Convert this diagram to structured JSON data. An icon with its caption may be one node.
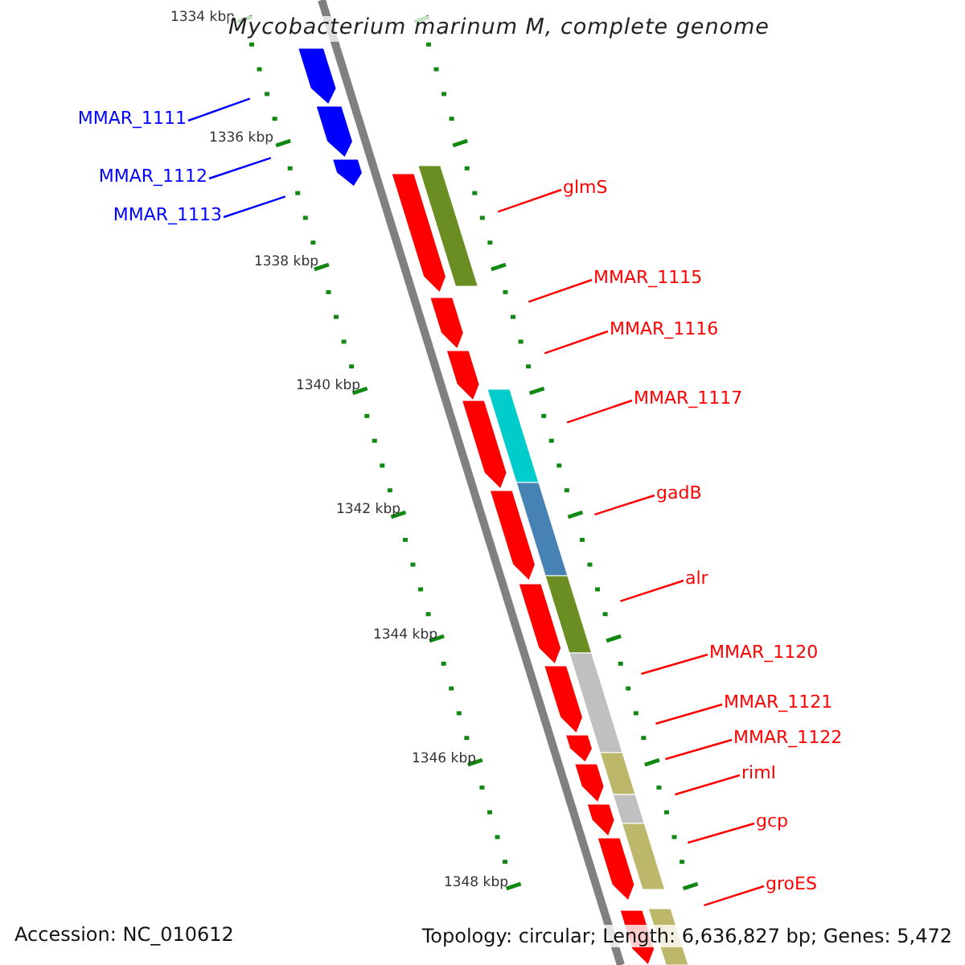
{
  "diagram": {
    "title": "Mycobacterium marinum M, complete genome",
    "nodes": [
      {
        "text": [
          "MMAR_1111"
        ]
      },
      {
        "text": [
          "MMAR_1112"
        ]
      },
      {
        "text": [
          "MMAR_1113"
        ]
      },
      {
        "text": [
          "glmS"
        ]
      },
      {
        "text": [
          "MMAR_1115"
        ]
      },
      {
        "text": [
          "MMAR_1116"
        ]
      },
      {
        "text": [
          "MMAR_1117"
        ]
      },
      {
        "text": [
          "gadB"
        ]
      },
      {
        "text": [
          "alr"
        ]
      },
      {
        "text": [
          "MMAR_1120"
        ]
      },
      {
        "text": [
          "MMAR_1121"
        ]
      },
      {
        "text": [
          "MMAR_1122"
        ]
      },
      {
        "text": [
          "rimI"
        ]
      },
      {
        "text": [
          "gcp"
        ]
      },
      {
        "text": [
          "groES"
        ]
      }
    ],
    "edges": [
      {
        "from": 0,
        "to": null,
        "arrow": "none",
        "color": "#0000ff"
      },
      {
        "from": 1,
        "to": null,
        "arrow": "none",
        "color": "#0000ff"
      },
      {
        "from": 2,
        "to": null,
        "arrow": "none",
        "color": "#0000ff"
      },
      {
        "from": 3,
        "to": null,
        "arrow": "none"
      },
      {
        "from": 4,
        "to": null,
        "arrow": "none"
      },
      {
        "from": 5,
        "to": null,
        "arrow": "none"
      },
      {
        "from": 6,
        "to": null,
        "arrow": "none"
      },
      {
        "from": 7,
        "to": null,
        "arrow": "none"
      },
      {
        "from": 8,
        "to": null,
        "arrow": "none"
      },
      {
        "from": 9,
        "to": null,
        "arrow": "none"
      },
      {
        "from": 10,
        "to": null,
        "arrow": "none"
      },
      {
        "from": 11,
        "to": null,
        "arrow": "none"
      },
      {
        "from": 12,
        "to": null,
        "arrow": "none"
      },
      {
        "from": 13,
        "to": null,
        "arrow": "none"
      },
      {
        "from": 14,
        "to": null,
        "arrow": "none"
      }
    ],
    "labels": [
      "1334 kbp",
      "1336 kbp",
      "1338 kbp",
      "1340 kbp",
      "1342 kbp",
      "1344 kbp",
      "1346 kbp",
      "1348 kbp",
      "Accession: NC_010612",
      "Topology: circular; Length: 6,636,827 bp; Genes: 5,472"
    ]
  }
}
